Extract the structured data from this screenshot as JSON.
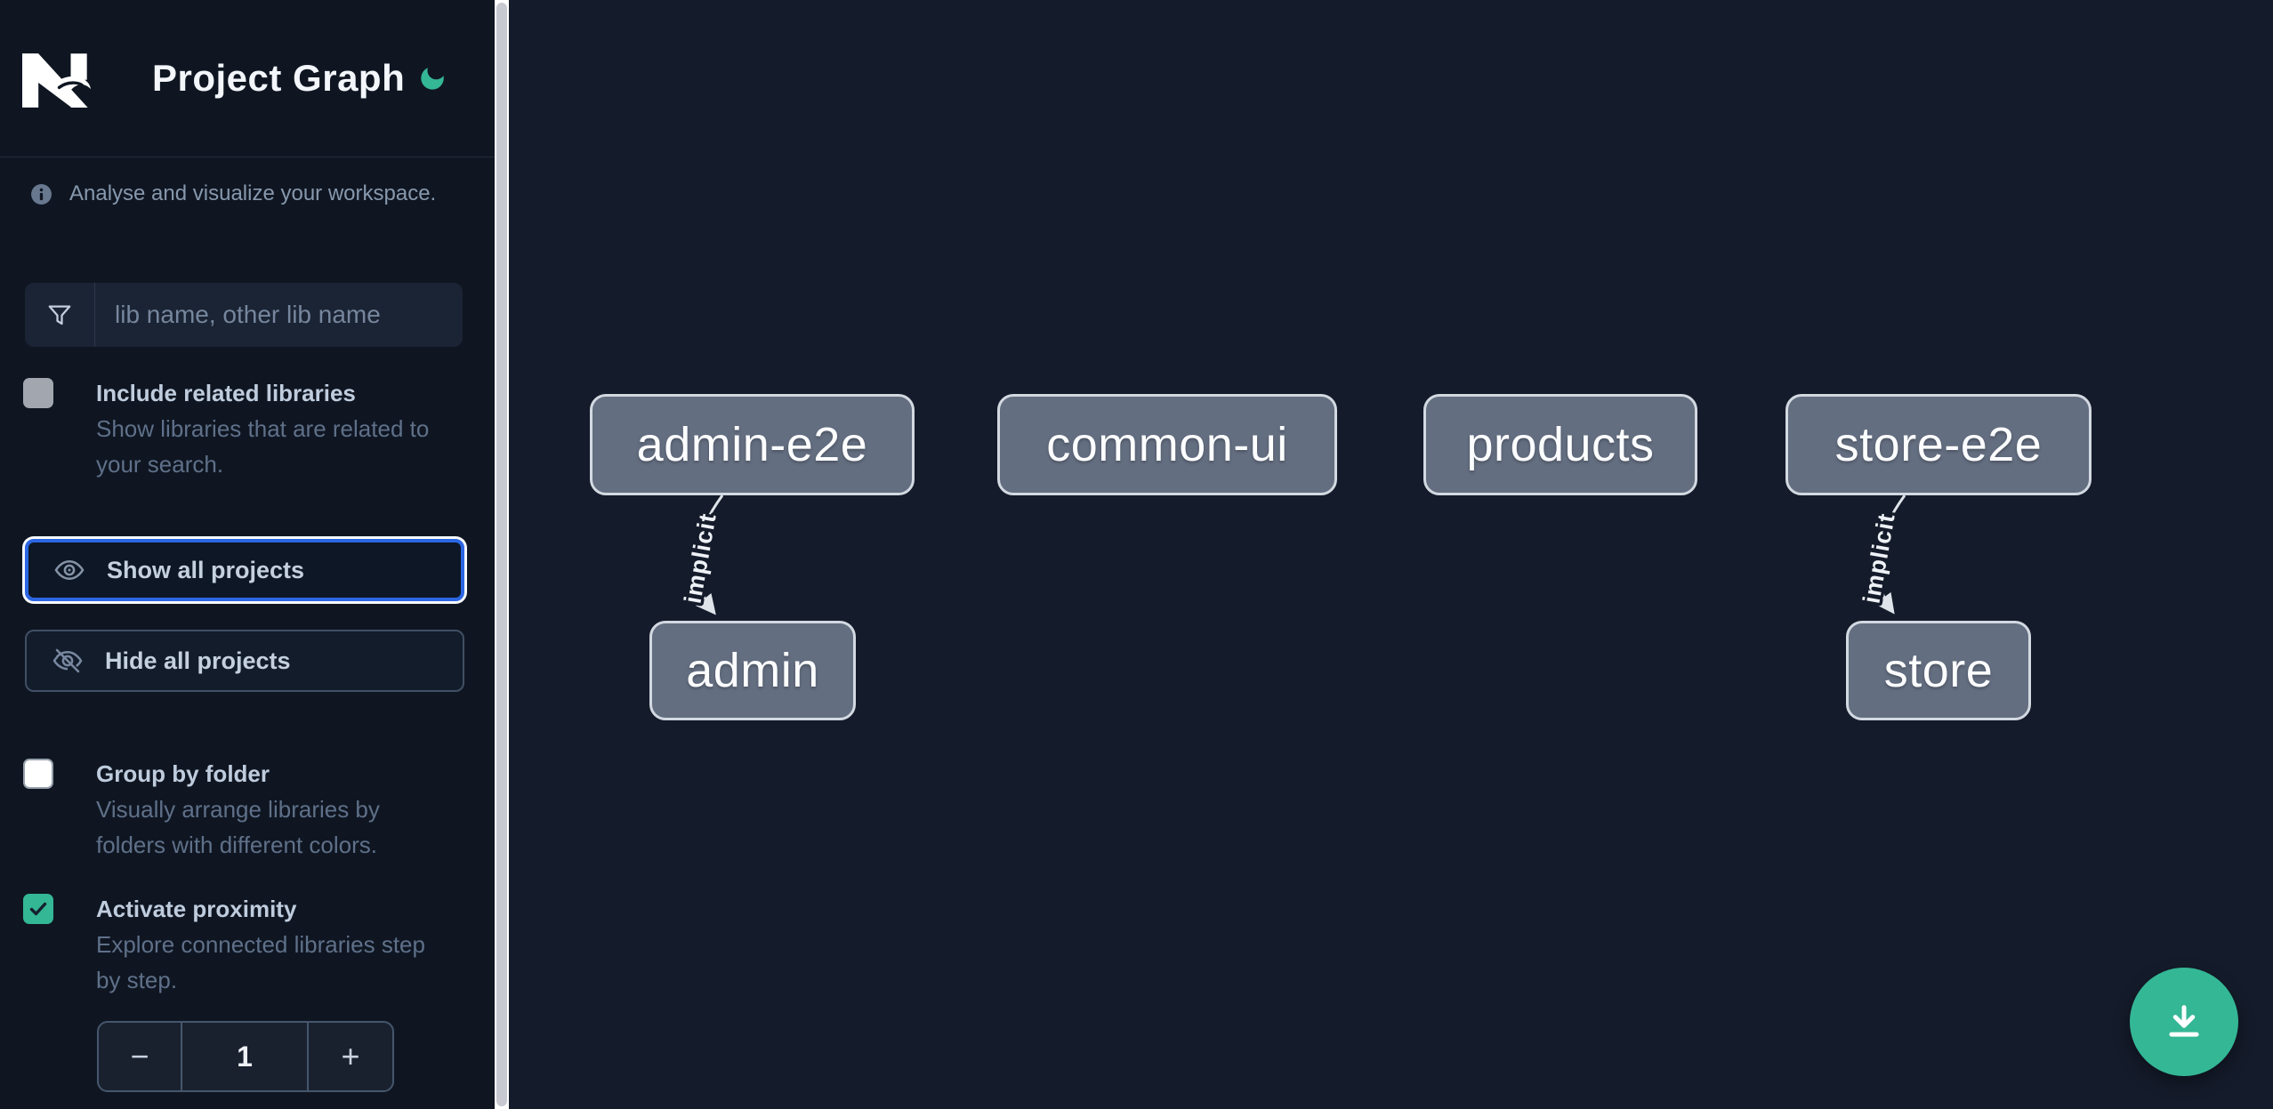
{
  "header": {
    "title": "Project Graph",
    "logo": "Nx",
    "theme_toggle_icon": "moon-icon"
  },
  "colors": {
    "accent_teal": "#34b795",
    "focus_blue": "#2b66e3",
    "node_fill": "#636e80",
    "node_border": "#d3d9e1",
    "edge": "#dfe4ea",
    "canvas_bg": "#141b2a",
    "sidebar_bg": "#0f1622"
  },
  "sidebar": {
    "tagline": "Analyse and visualize your workspace.",
    "tagline_icon": "info-icon",
    "search": {
      "placeholder": "lib name, other lib name",
      "value": "",
      "icon": "funnel-icon"
    },
    "checkboxes": [
      {
        "label": "Include related libraries",
        "description": "Show libraries that are related to\nyour search.",
        "checked": false,
        "disabled": true
      },
      {
        "label": "Group by folder",
        "description": "Visually arrange libraries by\nfolders with different colors.",
        "checked": false,
        "disabled": false
      },
      {
        "label": "Activate proximity",
        "description": "Explore connected libraries step\nby step.",
        "checked": true,
        "disabled": false
      }
    ],
    "actions": [
      {
        "label": "Show all projects",
        "icon": "eye-icon",
        "focused": true
      },
      {
        "label": "Hide all projects",
        "icon": "eye-off-icon",
        "focused": false
      }
    ],
    "stepper": {
      "decrement": "−",
      "value": "1",
      "increment": "+"
    }
  },
  "graph": {
    "nodes": [
      {
        "label": "admin-e2e"
      },
      {
        "label": "common-ui"
      },
      {
        "label": "products"
      },
      {
        "label": "store-e2e"
      },
      {
        "label": "admin"
      },
      {
        "label": "store"
      }
    ],
    "edges": [
      {
        "from": "admin-e2e",
        "to": "admin",
        "label": "implicit"
      },
      {
        "from": "store-e2e",
        "to": "store",
        "label": "implicit"
      }
    ]
  },
  "fab": {
    "icon": "download-icon"
  }
}
